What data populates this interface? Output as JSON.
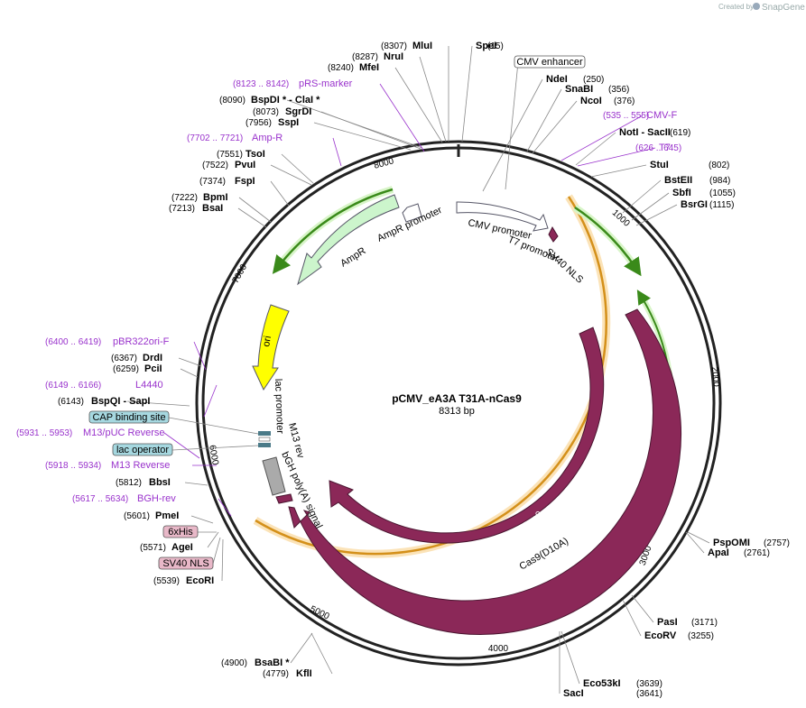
{
  "credit": {
    "prefix": "Created by",
    "brand": "SnapGene"
  },
  "plasmid": {
    "name": "pCMV_eA3A T31A-nCas9",
    "length": "8313 bp"
  },
  "ticks": [
    "1000",
    "2000",
    "3000",
    "4000",
    "5000",
    "6000",
    "7000",
    "8000"
  ],
  "sites": [
    {
      "pos": "(8307)",
      "name": "MluI"
    },
    {
      "pos": "(15)",
      "name": "SpeI"
    },
    {
      "pos": "(8287)",
      "name": "NruI"
    },
    {
      "pos": "(8240)",
      "name": "MfeI"
    },
    {
      "pos": "(250)",
      "name": "NdeI"
    },
    {
      "pos": "(356)",
      "name": "SnaBI"
    },
    {
      "pos": "(376)",
      "name": "NcoI"
    },
    {
      "pos": "(8090)",
      "name": "BspDI *  - ClaI *"
    },
    {
      "pos": "(8073)",
      "name": "SgrDI"
    },
    {
      "pos": "(7956)",
      "name": "SspI"
    },
    {
      "pos": "(619)",
      "name": "NotI  - SacII"
    },
    {
      "pos": "(7551)",
      "name": "TsoI"
    },
    {
      "pos": "(7522)",
      "name": "PvuI"
    },
    {
      "pos": "(802)",
      "name": "StuI"
    },
    {
      "pos": "(7374)",
      "name": "FspI"
    },
    {
      "pos": "(984)",
      "name": "BstEII"
    },
    {
      "pos": "(7222)",
      "name": "BpmI"
    },
    {
      "pos": "(1055)",
      "name": "SbfI"
    },
    {
      "pos": "(7213)",
      "name": "BsaI"
    },
    {
      "pos": "(1115)",
      "name": "BsrGI"
    },
    {
      "pos": "(6367)",
      "name": "DrdI"
    },
    {
      "pos": "(6259)",
      "name": "PciI"
    },
    {
      "pos": "(6143)",
      "name": "BspQI    - SapI"
    },
    {
      "pos": "(5812)",
      "name": "BbsI"
    },
    {
      "pos": "(5601)",
      "name": "PmeI"
    },
    {
      "pos": "(5571)",
      "name": "AgeI"
    },
    {
      "pos": "(5539)",
      "name": "EcoRI"
    },
    {
      "pos": "(2757)",
      "name": "PspOMI"
    },
    {
      "pos": "(2761)",
      "name": "ApaI"
    },
    {
      "pos": "(3171)",
      "name": "PasI"
    },
    {
      "pos": "(3255)",
      "name": "EcoRV"
    },
    {
      "pos": "(3639)",
      "name": "Eco53kI"
    },
    {
      "pos": "(3641)",
      "name": "SacI"
    },
    {
      "pos": "(4900)",
      "name": "BsaBI  *"
    },
    {
      "pos": "(4779)",
      "name": "KflI"
    }
  ],
  "primers": [
    {
      "pos": "(8123 .. 8142)",
      "name": "pRS-marker"
    },
    {
      "name": "CMV-F",
      "pos": "(535 .. 555)"
    },
    {
      "pos": "(7702 .. 7721)",
      "name": "Amp-R"
    },
    {
      "name": "T7",
      "pos": "(626 .. 645)"
    },
    {
      "pos": "(6400 .. 6419)",
      "name": "pBR322ori-F"
    },
    {
      "pos": "(6149 .. 6166)",
      "name": "L4440"
    },
    {
      "pos": "(5931 .. 5953)",
      "name": "M13/pUC Reverse"
    },
    {
      "pos": "(5918 .. 5934)",
      "name": "M13 Reverse"
    },
    {
      "pos": "(5617 .. 5634)",
      "name": "BGH-rev"
    }
  ],
  "boxed": [
    {
      "name": "CMV enhancer",
      "color": "#ffffff"
    },
    {
      "name": "CAP binding site",
      "color": "#a6d8e0"
    },
    {
      "name": "lac operator",
      "color": "#a6d8e0"
    },
    {
      "name": "6xHis",
      "color": "#e8b8c8"
    },
    {
      "name": "SV40 NLS",
      "color": "#e8b8c8"
    }
  ],
  "features": {
    "amp_promoter": "AmpR promoter",
    "ampr": "AmpR",
    "cmv_promoter": "CMV promoter",
    "t7_promoter": "T7 promoter",
    "sv40_nls": "SV40 NLS",
    "ori": "ori",
    "lac_promoter": "lac promoter",
    "m13_rev": "M13 rev",
    "bgh": "bGH poly(A) signal",
    "cas9": "Cas9",
    "cas9_d10a": "Cas9(D10A)"
  },
  "colors": {
    "primer": "#9932CC",
    "cas9": "#8B2858",
    "ampr": "#ccf5cc",
    "ori": "#ffff00",
    "orf_green": "#3a8a1a",
    "orf_orange": "#f5a623"
  }
}
